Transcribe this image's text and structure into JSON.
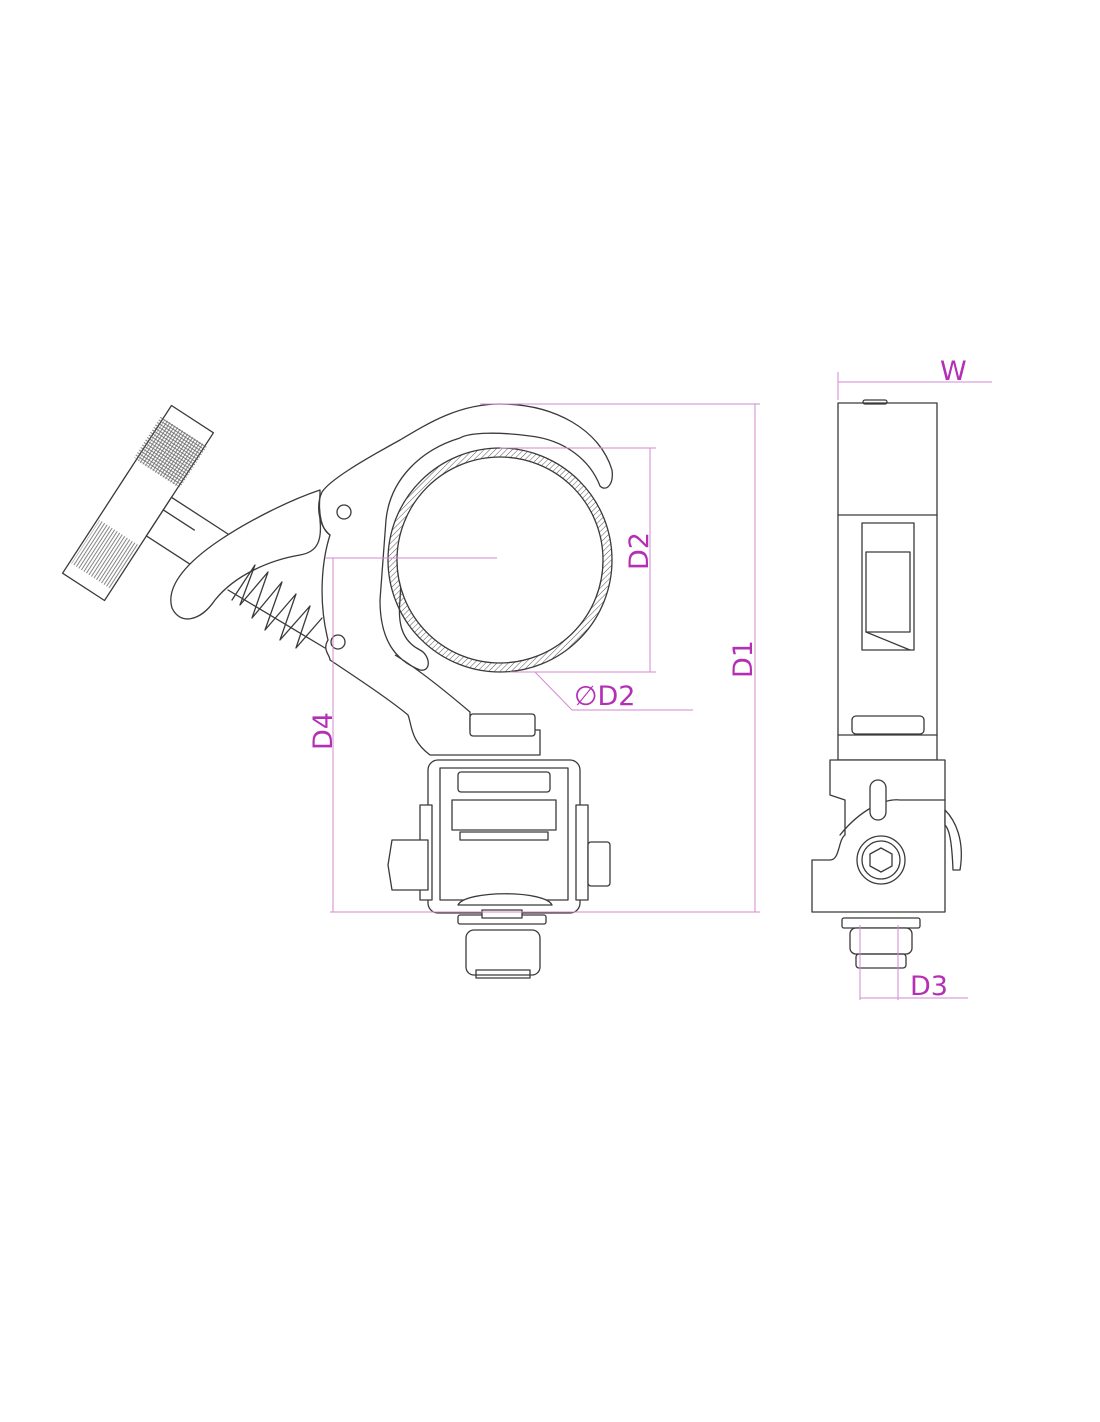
{
  "drawing": {
    "title": "Quick-release clamp dimension drawing",
    "accent_color": "#b52fb5",
    "dimension_labels": {
      "d1": "D1",
      "d2": "D2",
      "d2_diameter": "∅D2",
      "d3": "D3",
      "d4": "D4",
      "w": "W"
    }
  }
}
